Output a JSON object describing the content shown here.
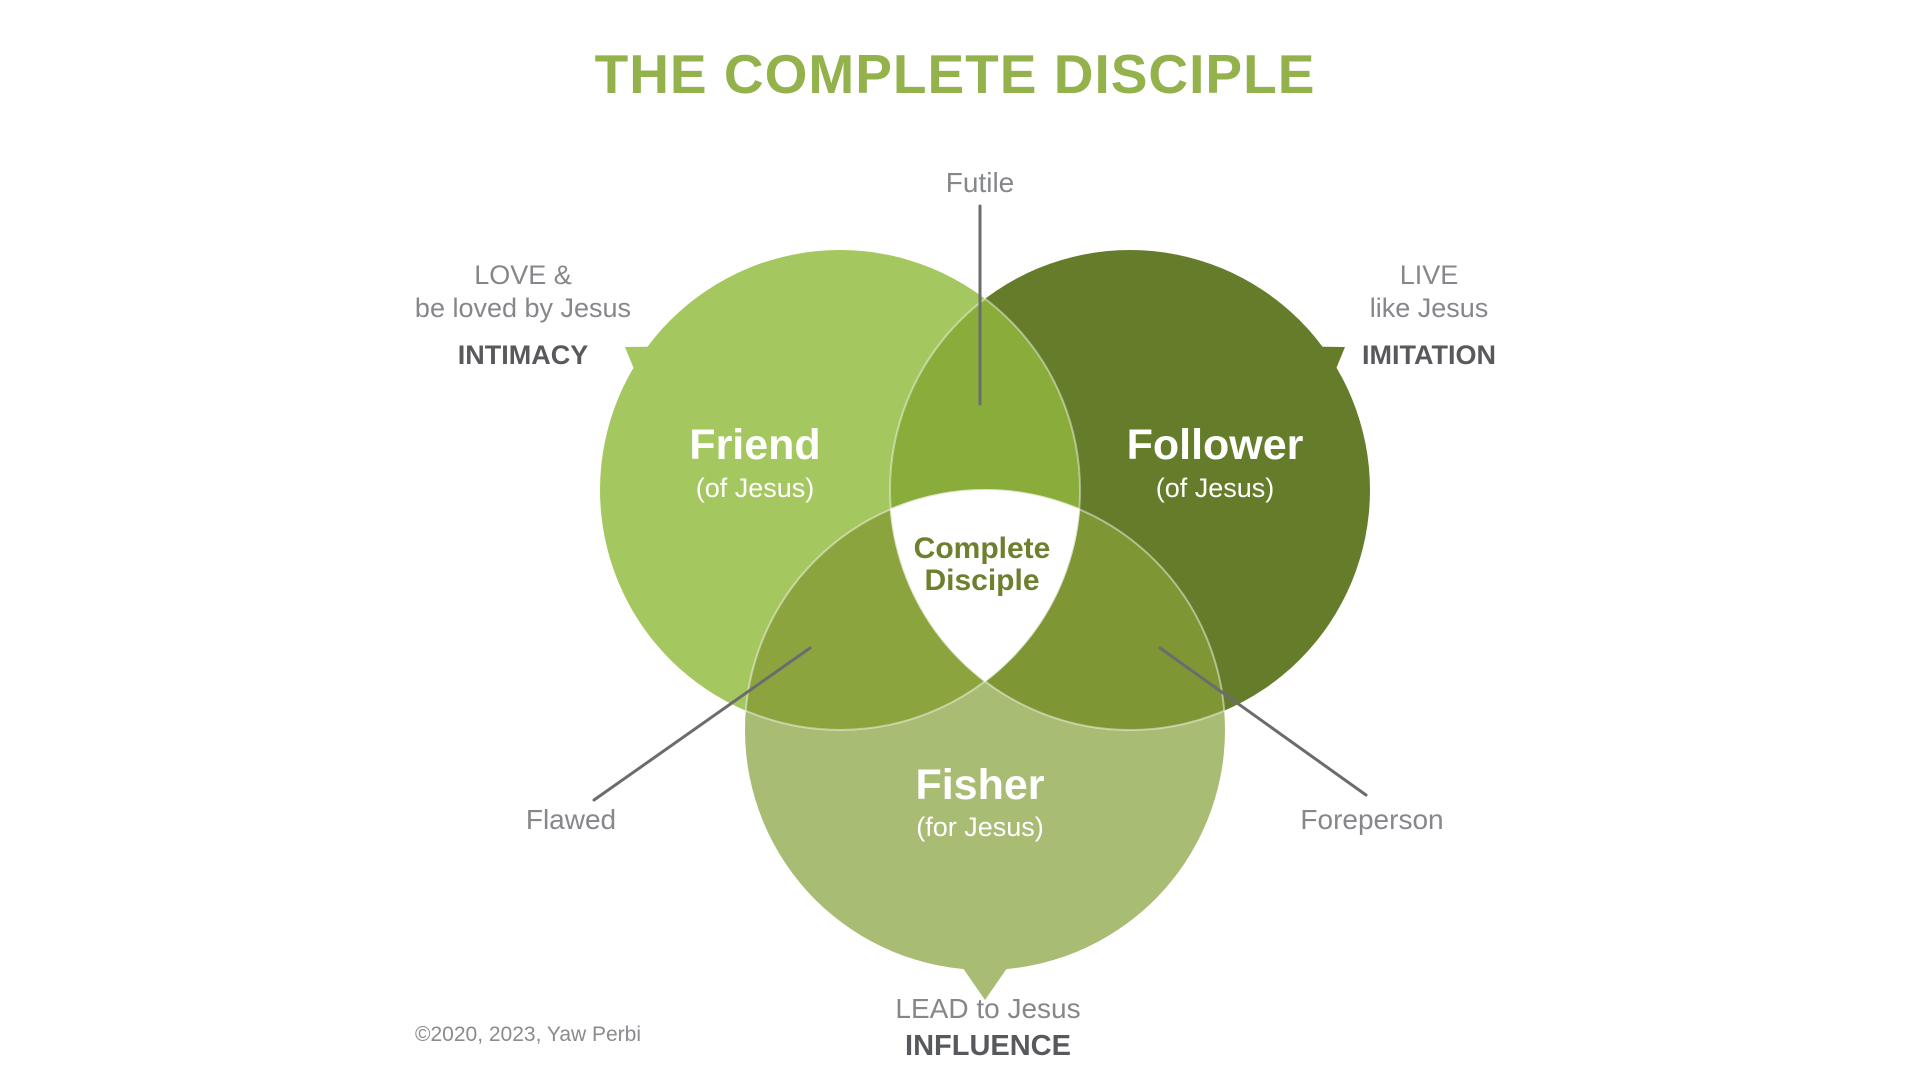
{
  "title": {
    "text": "THE COMPLETE DISCIPLE"
  },
  "colors": {
    "title": "#93b24b",
    "friend": "#a5c75f",
    "follower": "#657d2b",
    "fisher": "#a9bc74",
    "friend_follower": "#8aac3b",
    "friend_fisher": "#8ca43e",
    "follower_fisher": "#7e9634",
    "center_bg": "#ffffff",
    "center_text": "#6c802d",
    "circle_text": "#ffffff",
    "label_gray": "#85878a",
    "label_dark": "#57595c",
    "line": "#6a6c6e",
    "copyright_gray": "#898b8e"
  },
  "circles": {
    "friend": {
      "label": "Friend",
      "sublabel": "(of Jesus)"
    },
    "follower": {
      "label": "Follower",
      "sublabel": "(of Jesus)"
    },
    "fisher": {
      "label": "Fisher",
      "sublabel": "(for Jesus)"
    }
  },
  "center": {
    "line1": "Complete",
    "line2": "Disciple"
  },
  "outer_labels": {
    "intimacy": {
      "line1": "LOVE &",
      "line2": "be loved by Jesus",
      "keyword": "INTIMACY"
    },
    "imitation": {
      "line1": "LIVE",
      "line2": "like Jesus",
      "keyword": "IMITATION"
    },
    "influence": {
      "line1": "LEAD to Jesus",
      "keyword": "INFLUENCE"
    }
  },
  "overlap_labels": {
    "futile": "Futile",
    "flawed": "Flawed",
    "foreperson": "Foreperson"
  },
  "copyright": "©2020, 2023, Yaw Perbi"
}
